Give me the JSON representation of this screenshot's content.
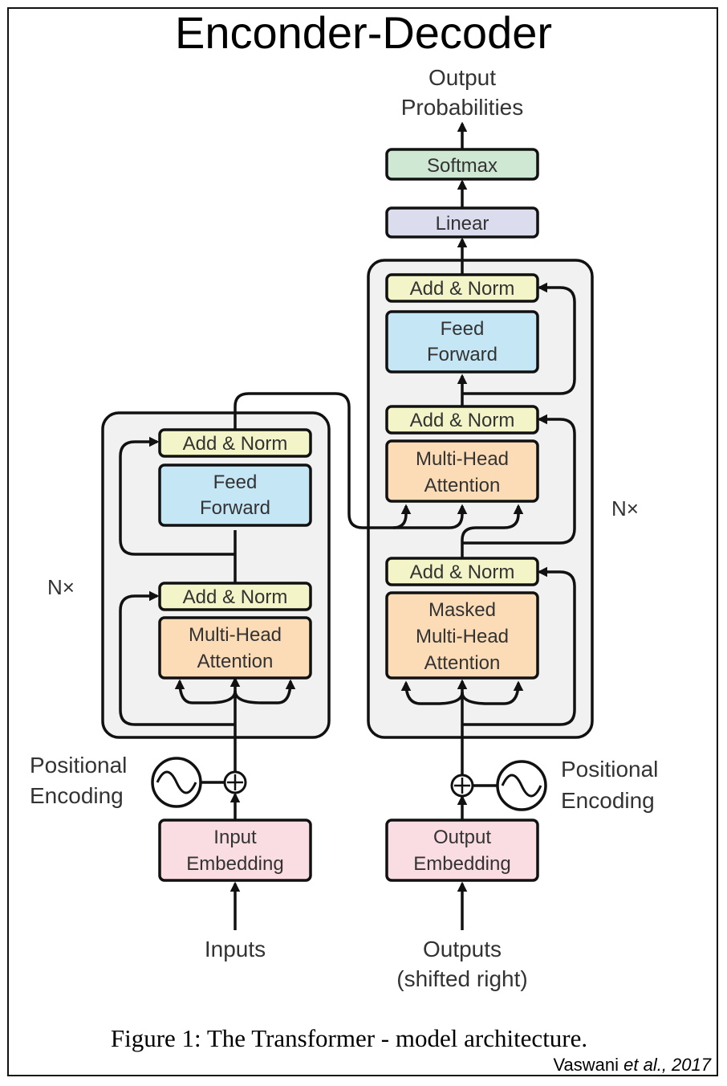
{
  "title": "Enconder-Decoder",
  "encoder": {
    "repeat": "N×",
    "add_norm_top": "Add & Norm",
    "feed_forward": [
      "Feed",
      "Forward"
    ],
    "add_norm_bottom": "Add & Norm",
    "attention": [
      "Multi-Head",
      "Attention"
    ],
    "pos_encoding": [
      "Positional",
      "Encoding"
    ],
    "embedding": [
      "Input",
      "Embedding"
    ],
    "input_label": "Inputs"
  },
  "decoder": {
    "output_label": [
      "Output",
      "Probabilities"
    ],
    "softmax": "Softmax",
    "linear": "Linear",
    "repeat": "N×",
    "add_norm_top": "Add & Norm",
    "feed_forward": [
      "Feed",
      "Forward"
    ],
    "add_norm_mid": "Add & Norm",
    "cross_attention": [
      "Multi-Head",
      "Attention"
    ],
    "add_norm_bottom": "Add & Norm",
    "masked_attention": [
      "Masked",
      "Multi-Head",
      "Attention"
    ],
    "pos_encoding": [
      "Positional",
      "Encoding"
    ],
    "embedding": [
      "Output",
      "Embedding"
    ],
    "input_label": [
      "Outputs",
      "(shifted right)"
    ]
  },
  "caption": "Figure 1: The Transformer - model architecture.",
  "citation": {
    "author": "Vaswani ",
    "etal": "et al.,",
    "year": " 2017"
  },
  "colors": {
    "add_norm": "#f3f5c8",
    "feed_forward": "#c5e6f5",
    "attention": "#fcdcb7",
    "embedding": "#fadde3",
    "softmax": "#cfe8d3",
    "linear": "#dcdcef",
    "stack_bg": "#f1f1f1"
  }
}
